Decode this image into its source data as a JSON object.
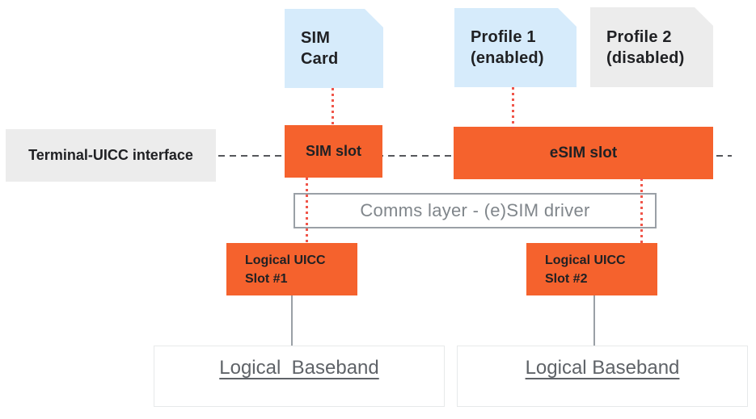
{
  "diagram": {
    "cards": {
      "sim_card": {
        "line1": "SIM",
        "line2": "Card"
      },
      "profile1": {
        "line1": "Profile 1",
        "line2": "(enabled)"
      },
      "profile2": {
        "line1": "Profile 2",
        "line2": "(disabled)"
      }
    },
    "interface_label": "Terminal-UICC interface",
    "slots": {
      "sim_slot": "SIM slot",
      "esim_slot": "eSIM slot"
    },
    "comms_layer": "Comms layer - (e)SIM driver",
    "logical_slots": {
      "slot1": {
        "line1": "Logical UICC",
        "line2": "Slot #1"
      },
      "slot2": {
        "line1": "Logical UICC",
        "line2": "Slot #2"
      }
    },
    "basebands": {
      "baseband1": "Logical  Baseband",
      "baseband2": "Logical Baseband"
    },
    "colors": {
      "card_blue": "#d6ebfb",
      "card_gray": "#ececec",
      "slot_orange": "#f5622d",
      "dotted_red": "#f0564a",
      "dashed_gray": "#56585c",
      "connector_gray": "#9aa0a6",
      "muted_text": "#5f6368"
    }
  }
}
